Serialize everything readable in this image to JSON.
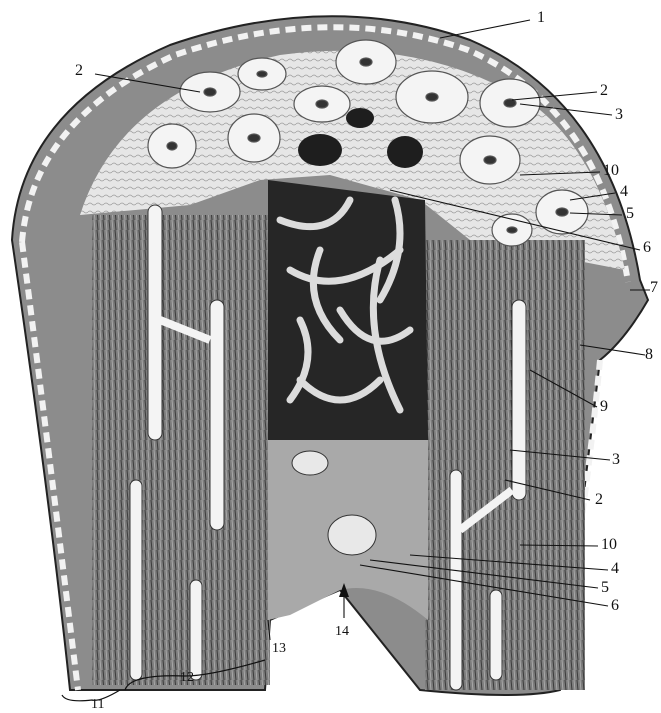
{
  "labels": {
    "l1": "1",
    "l2_top_left": "2",
    "l2_top_right": "2",
    "l3_top": "3",
    "l10_top": "10",
    "l4_top": "4",
    "l5_top": "5",
    "l6_top": "6",
    "l7": "7",
    "l8": "8",
    "l9": "9",
    "l3_bottom": "3",
    "l2_bottom": "2",
    "l10_bottom": "10",
    "l4_bottom": "4",
    "l5_bottom": "5",
    "l6_bottom": "6",
    "l11": "11",
    "l12": "12",
    "l13": "13",
    "l14": "14"
  },
  "colors": {
    "background": "#ffffff",
    "ink": "#111111",
    "bone_light": "#e4e4e4",
    "bone_mid": "#9a9a9a",
    "bone_dark": "#444444",
    "spongy_dark": "#2a2a2a"
  }
}
